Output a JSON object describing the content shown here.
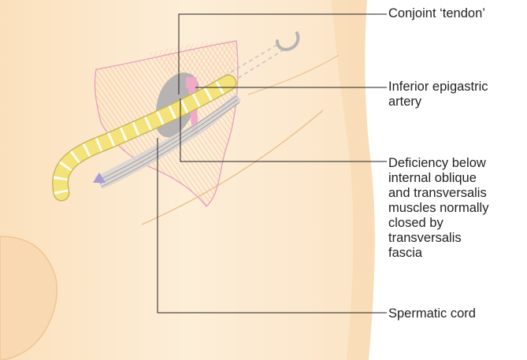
{
  "labels": {
    "conjoint_tendon": "Conjoint ‘tendon’",
    "inferior_epigastric_artery": "Inferior epigastric\nartery",
    "deficiency": "Deficiency below\ninternal oblique\nand transversalis\nmuscles normally\nclosed by\ntransversalis\nfascia",
    "spermatic_cord": "Spermatic cord"
  },
  "colors": {
    "skin": "#fde9cf",
    "skin_shadow": "#f6cf9c",
    "muscle_fibres": "#f0b48a",
    "muscle_outline": "#e9a3bf",
    "deficiency_area": "#b7b3b3",
    "spermatic_cord": "#f4e27a",
    "cord_stripes": "#ffffff",
    "artery": "#f2a9c8",
    "ring_marker": "#a89bd6",
    "leader_lines": "#231f20"
  }
}
